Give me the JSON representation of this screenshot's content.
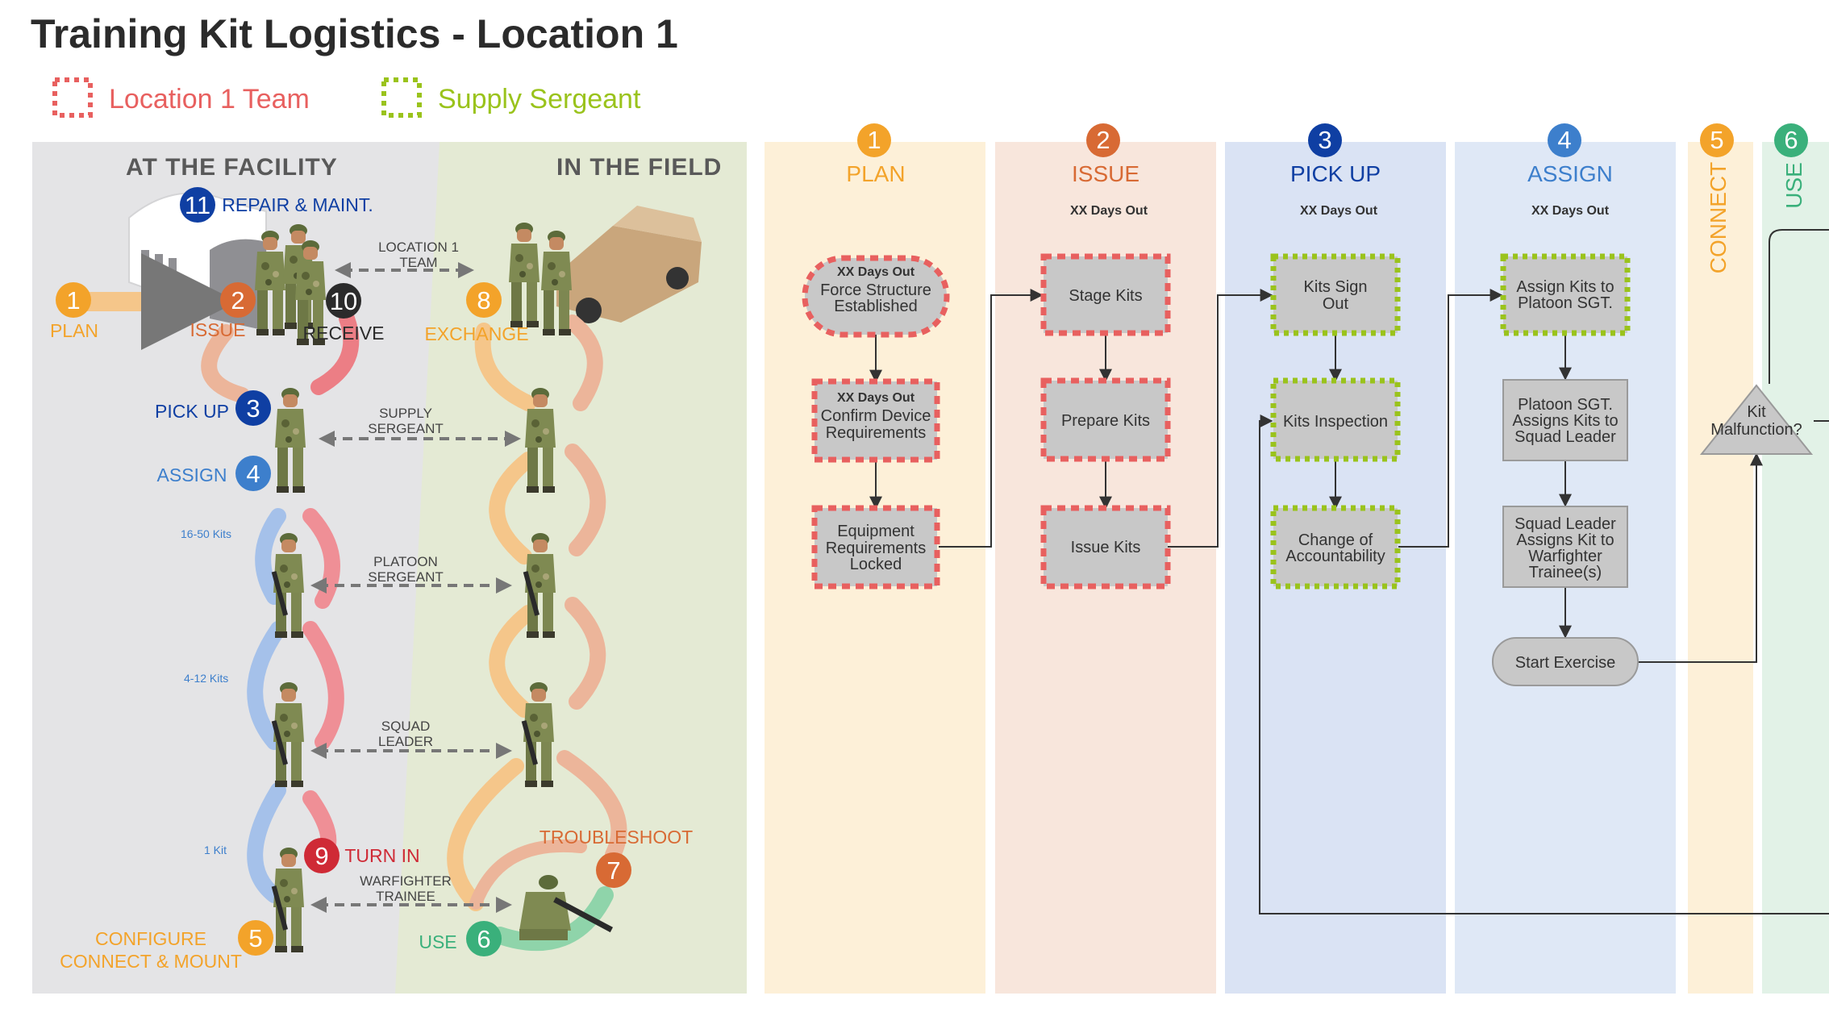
{
  "page": {
    "title": "Training Kit Logistics - Location 1"
  },
  "legend": [
    {
      "label": "Location 1 Team",
      "color": "#e8605f"
    },
    {
      "label": "Supply Sergeant",
      "color": "#9ac31c"
    }
  ],
  "panels": {
    "facility": "AT THE FACILITY",
    "field": "IN THE FIELD"
  },
  "illustration": {
    "steps": [
      {
        "num": "1",
        "label": "PLAN",
        "color": "#f3a32a"
      },
      {
        "num": "2",
        "label": "ISSUE",
        "color": "#d86a34"
      },
      {
        "num": "3",
        "label": "PICK UP",
        "color": "#0f3fa3"
      },
      {
        "num": "4",
        "label": "ASSIGN",
        "color": "#3d7fcc"
      },
      {
        "num": "5",
        "label1": "CONFIGURE",
        "label2": "CONNECT & MOUNT",
        "color": "#f3a32a"
      },
      {
        "num": "6",
        "label": "USE",
        "color": "#3ab07b"
      },
      {
        "num": "7",
        "label": "TROUBLESHOOT",
        "color": "#d86a34"
      },
      {
        "num": "8",
        "label": "EXCHANGE",
        "color": "#f3a32a"
      },
      {
        "num": "9",
        "label": "TURN IN",
        "color": "#cf2a36"
      },
      {
        "num": "10",
        "label": "RECEIVE",
        "color": "#2b2b2b"
      },
      {
        "num": "11",
        "label": "REPAIR & MAINT.",
        "color": "#0f3fa3"
      }
    ],
    "roles": [
      {
        "line1": "LOCATION 1",
        "line2": "TEAM"
      },
      {
        "line1": "SUPPLY",
        "line2": "SERGEANT"
      },
      {
        "line1": "PLATOON",
        "line2": "SERGEANT"
      },
      {
        "line1": "SQUAD",
        "line2": "LEADER"
      },
      {
        "line1": "WARFIGHTER",
        "line2": "TRAINEE"
      }
    ],
    "kit_counts": [
      "16-50 Kits",
      "4-12 Kits",
      "1 Kit"
    ]
  },
  "lanes": [
    {
      "num": "1",
      "title": "PLAN",
      "days": "",
      "color": "#f3a32a",
      "bg": "#fdf0d8"
    },
    {
      "num": "2",
      "title": "ISSUE",
      "days": "XX Days Out",
      "color": "#d86a34",
      "bg": "#f8e6dc"
    },
    {
      "num": "3",
      "title": "PICK UP",
      "days": "XX Days Out",
      "color": "#0f3fa3",
      "bg": "#dae3f4"
    },
    {
      "num": "4",
      "title": "ASSIGN",
      "days": "XX Days Out",
      "color": "#3d7fcc",
      "bg": "#dfe8f6"
    },
    {
      "num": "5",
      "title": "CONNECT",
      "days": "",
      "color": "#f3a32a",
      "bg": "#fdf0d8"
    },
    {
      "num": "6",
      "title": "USE",
      "days": "",
      "color": "#3ab07b",
      "bg": "#e2f2e7"
    }
  ],
  "flow": {
    "plan": [
      {
        "sub": "XX Days Out",
        "text1": "Force Structure",
        "text2": "Established"
      },
      {
        "sub": "XX Days Out",
        "text1": "Confirm Device",
        "text2": "Requirements"
      },
      {
        "text1": "Equipment",
        "text2": "Requirements",
        "text3": "Locked"
      }
    ],
    "issue": [
      {
        "text1": "Stage Kits"
      },
      {
        "text1": "Prepare Kits"
      },
      {
        "text1": "Issue Kits"
      }
    ],
    "pickup": [
      {
        "text1": "Kits Sign",
        "text2": "Out"
      },
      {
        "text1": "Kits Inspection"
      },
      {
        "text1": "Change of",
        "text2": "Accountability"
      }
    ],
    "assign": [
      {
        "text1": "Assign Kits to",
        "text2": "Platoon SGT."
      },
      {
        "text1": "Platoon SGT.",
        "text2": "Assigns Kits to",
        "text3": "Squad Leader"
      },
      {
        "text1": "Squad Leader",
        "text2": "Assigns Kit to",
        "text3": "Warfighter",
        "text4": "Trainee(s)"
      },
      {
        "text1": "Start Exercise"
      }
    ],
    "connect": {
      "text1": "Kit",
      "text2": "Malfunction?"
    }
  }
}
